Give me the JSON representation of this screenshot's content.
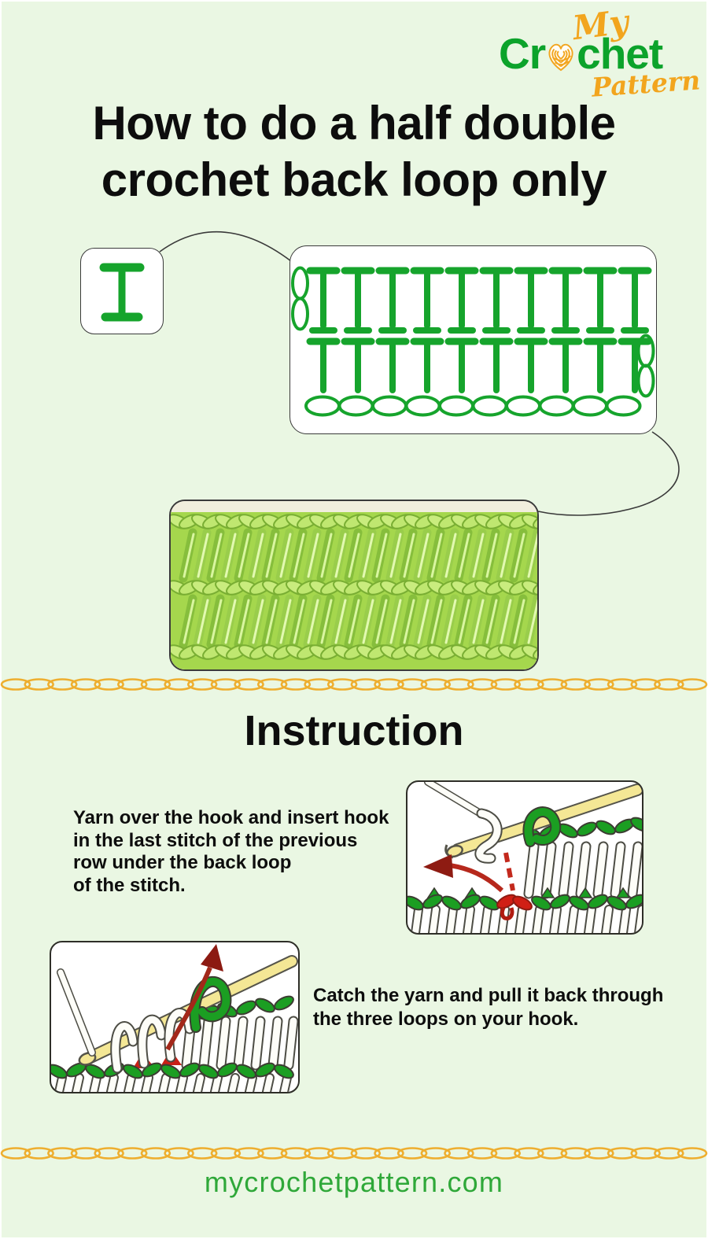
{
  "page": {
    "bg": "#eaf7e3"
  },
  "logo": {
    "word_my": "My",
    "word_crochet_prefix": "Cr",
    "word_crochet_suffix": "chet",
    "word_pattern": "Pattern",
    "green": "#0ca32b",
    "orange": "#f2a51e",
    "icon": "yarn-ball-icon"
  },
  "title": {
    "line1": "How to do a half double",
    "line2": "crochet back loop only",
    "color": "#0d0d0d"
  },
  "symbol": {
    "name": "half-double-crochet-symbol",
    "color": "#16a42c"
  },
  "chart": {
    "stitch_color": "#16a42c",
    "stitches_per_row": 10,
    "rows": 2,
    "foundation_chain_count": 10,
    "turning_chain_count": 2
  },
  "instruction": {
    "heading": "Instruction",
    "steps": [
      {
        "lines": [
          "Yarn over the hook and insert hook",
          "in the last stitch of the previous",
          "row under the back loop",
          "of the stitch."
        ]
      },
      {
        "lines": [
          "Catch the yarn and pull it back through",
          "the three loops on your hook."
        ]
      }
    ]
  },
  "divider": {
    "color": "#eeae2f",
    "count": 30
  },
  "footer": {
    "site": "mycrochetpattern.com",
    "color": "#2fa839"
  }
}
